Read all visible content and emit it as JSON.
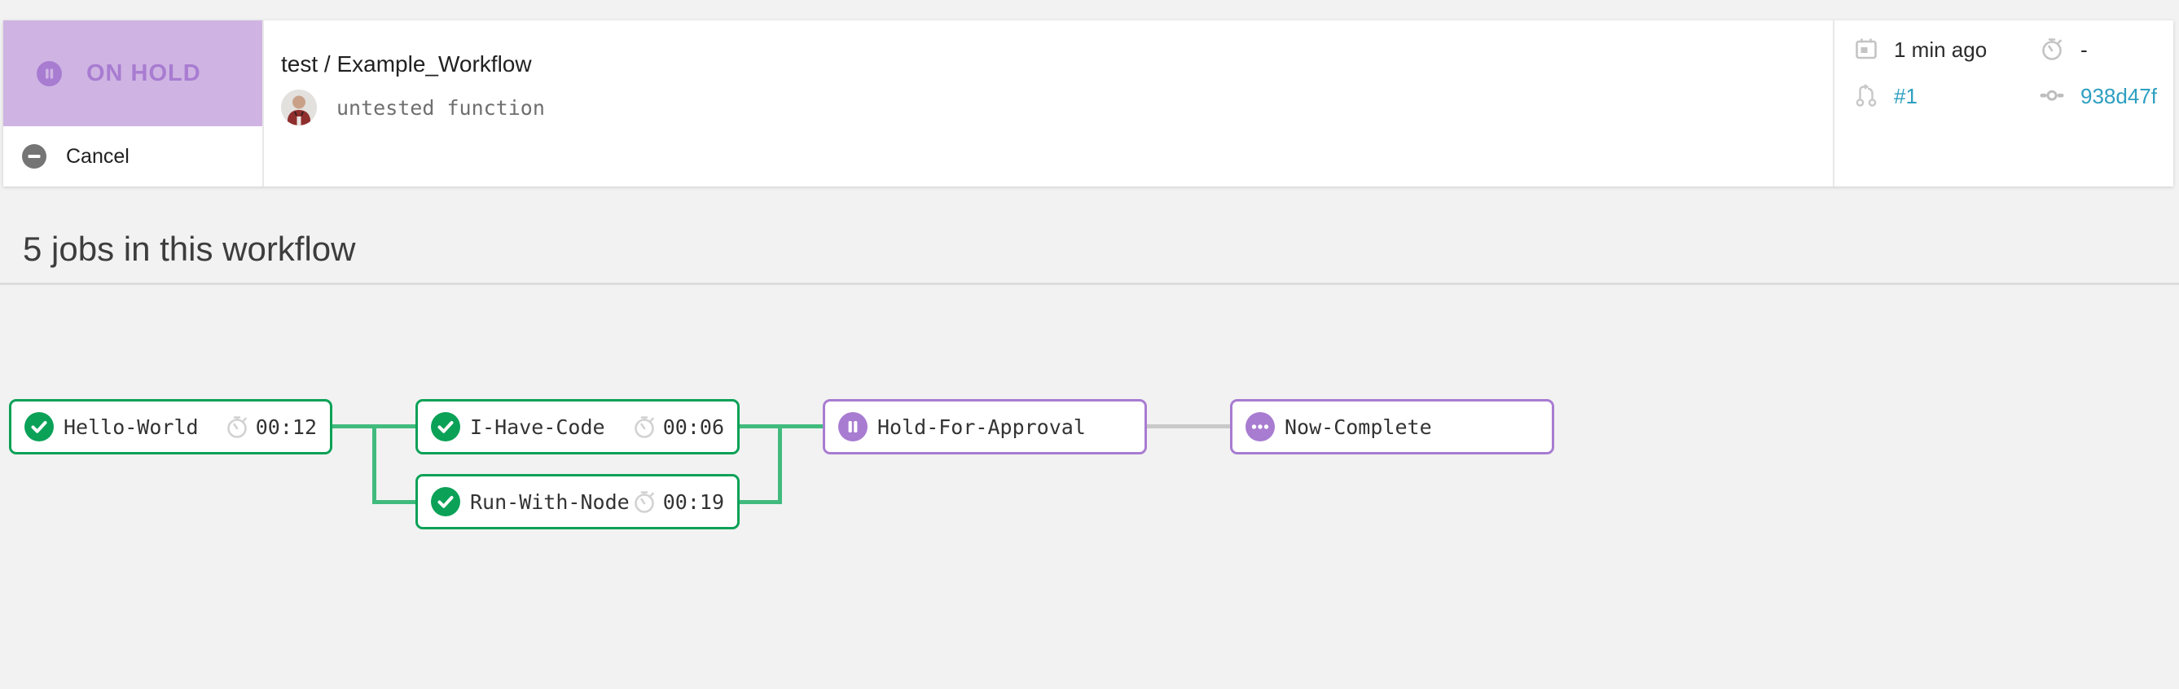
{
  "header": {
    "status": {
      "label": "ON HOLD"
    },
    "cancel_label": "Cancel",
    "title": "test / Example_Workflow",
    "commit_subject": "untested function",
    "meta": {
      "started": "1 min ago",
      "duration": "-",
      "pull_request": "#1",
      "commit_hash": "938d47f"
    }
  },
  "jobs_section": {
    "heading": "5 jobs in this workflow"
  },
  "workflow": {
    "nodes": [
      {
        "id": "hello-world",
        "label": "Hello-World",
        "status": "success",
        "duration": "00:12"
      },
      {
        "id": "i-have-code",
        "label": "I-Have-Code",
        "status": "success",
        "duration": "00:06"
      },
      {
        "id": "run-with-node",
        "label": "Run-With-Node",
        "status": "success",
        "duration": "00:19"
      },
      {
        "id": "hold-for-approval",
        "label": "Hold-For-Approval",
        "status": "on_hold",
        "duration": ""
      },
      {
        "id": "now-complete",
        "label": "Now-Complete",
        "status": "blocked",
        "duration": ""
      }
    ],
    "edges": [
      {
        "from": "hello-world",
        "to": "i-have-code",
        "state": "success"
      },
      {
        "from": "hello-world",
        "to": "run-with-node",
        "state": "success"
      },
      {
        "from": "i-have-code",
        "to": "hold-for-approval",
        "state": "success"
      },
      {
        "from": "run-with-node",
        "to": "hold-for-approval",
        "state": "success"
      },
      {
        "from": "hold-for-approval",
        "to": "now-complete",
        "state": "pending"
      }
    ]
  },
  "colors": {
    "purple_accent": "#a87cd1",
    "purple_banner_bg": "#cfb4e3",
    "success_green": "#0ba157",
    "edge_green": "#41bb7d",
    "edge_pending_gray": "#c9c9c9",
    "link_teal": "#2d9fc0",
    "page_bg": "#f2f2f2"
  }
}
